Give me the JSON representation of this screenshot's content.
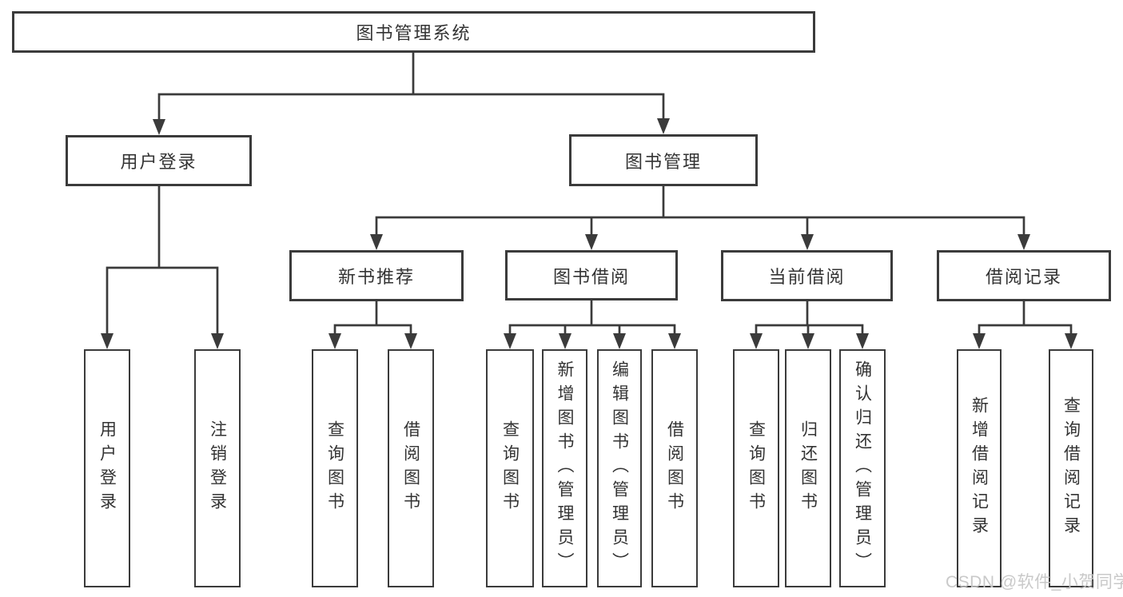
{
  "tree": {
    "root": "图书管理系统",
    "children": [
      {
        "label": "用户登录",
        "children": [
          {
            "label": "用户登录"
          },
          {
            "label": "注销登录"
          }
        ]
      },
      {
        "label": "图书管理",
        "children": [
          {
            "label": "新书推荐",
            "children": [
              {
                "label": "查询图书"
              },
              {
                "label": "借阅图书"
              }
            ]
          },
          {
            "label": "图书借阅",
            "children": [
              {
                "label": "查询图书"
              },
              {
                "label": "新增图书（管理员）"
              },
              {
                "label": "编辑图书（管理员）"
              },
              {
                "label": "借阅图书"
              }
            ]
          },
          {
            "label": "当前借阅",
            "children": [
              {
                "label": "查询图书"
              },
              {
                "label": "归还图书"
              },
              {
                "label": "确认归还（管理员）"
              }
            ]
          },
          {
            "label": "借阅记录",
            "children": [
              {
                "label": "新增借阅记录"
              },
              {
                "label": "查询借阅记录"
              }
            ]
          }
        ]
      }
    ]
  },
  "colors": {
    "line": "#3b3b3b",
    "text": "#333333",
    "background": "#ffffff",
    "watermark": "#c6c6c6"
  },
  "watermark": "CSDN @软件_小贺同学"
}
